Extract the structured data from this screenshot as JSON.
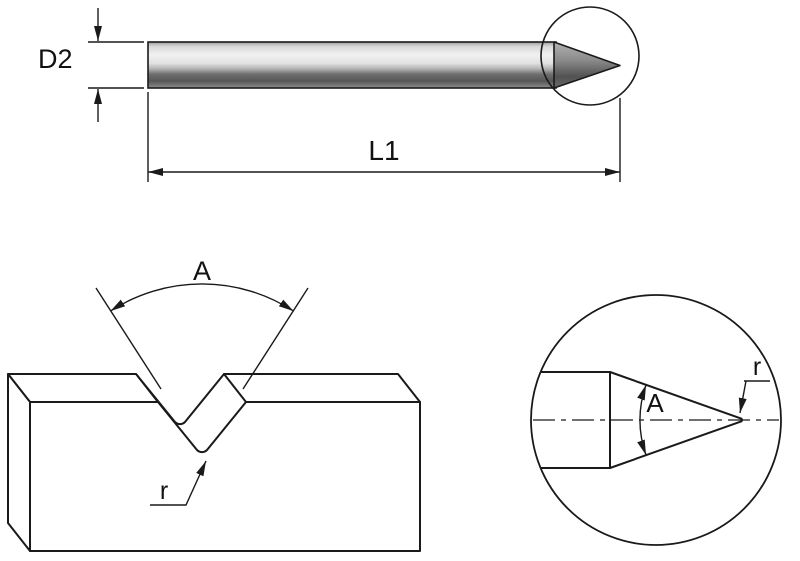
{
  "views": {
    "side_view": {
      "diameter_label": "D2",
      "length_label": "L1"
    },
    "groove_view": {
      "angle_label": "A",
      "radius_label": "r"
    },
    "tip_detail_view": {
      "angle_label": "A",
      "radius_label": "r"
    }
  },
  "colors": {
    "line": "#1a1a1a",
    "background": "#ffffff"
  }
}
